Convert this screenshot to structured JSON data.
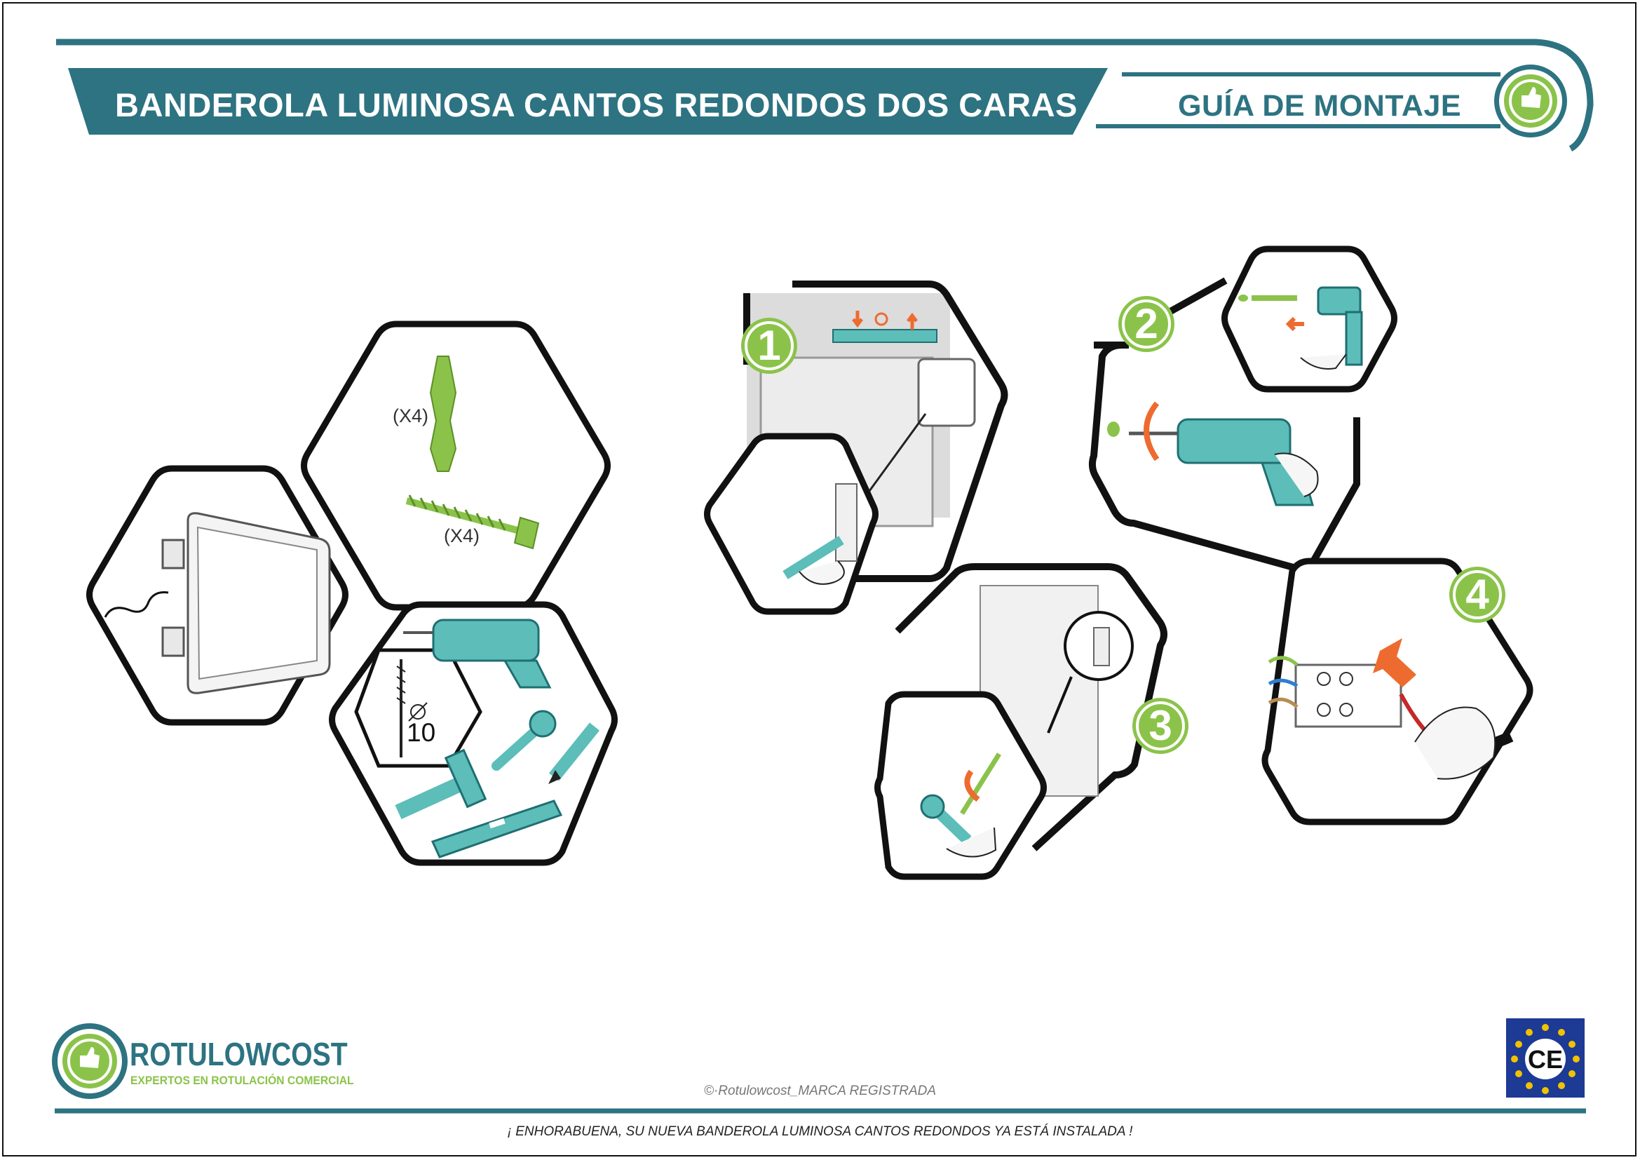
{
  "header": {
    "title": "BANDEROLA LUMINOSA CANTOS REDONDOS DOS CARAS",
    "guide": "GUÍA DE MONTAJE",
    "badge_icon": "thumbs-up-icon"
  },
  "kit": {
    "plugs_qty": "(X4)",
    "screws_qty": "(X4)",
    "drill_bit": "10",
    "tools": [
      "drill-icon",
      "wrench-icon",
      "pencil-icon",
      "hammer-icon",
      "spirit-level-icon",
      "drill-bit-icon"
    ]
  },
  "steps": [
    {
      "number": "1",
      "icon": "level-and-mark-icon"
    },
    {
      "number": "2",
      "icon": "drill-and-plug-icon"
    },
    {
      "number": "3",
      "icon": "screw-tighten-icon"
    },
    {
      "number": "4",
      "icon": "wire-connect-icon"
    }
  ],
  "brand": {
    "name": "ROTULOWCOST",
    "tagline": "EXPERTOS EN ROTULACIÓN COMERCIAL",
    "logo_icon": "thumbs-up-seal-icon"
  },
  "certification": {
    "mark": "CE",
    "icon": "ce-eu-flag-icon"
  },
  "copyright": "©·Rotulowcost_MARCA REGISTRADA",
  "footer_message": "¡ ENHORABUENA, SU NUEVA BANDEROLA  LUMINOSA CANTOS REDONDOS YA ESTÁ INSTALADA !",
  "colors": {
    "teal": "#2d7382",
    "tool_teal": "#5cbdb9",
    "green": "#8bc34a",
    "orange": "#ee6b2f",
    "outline": "#111111"
  }
}
